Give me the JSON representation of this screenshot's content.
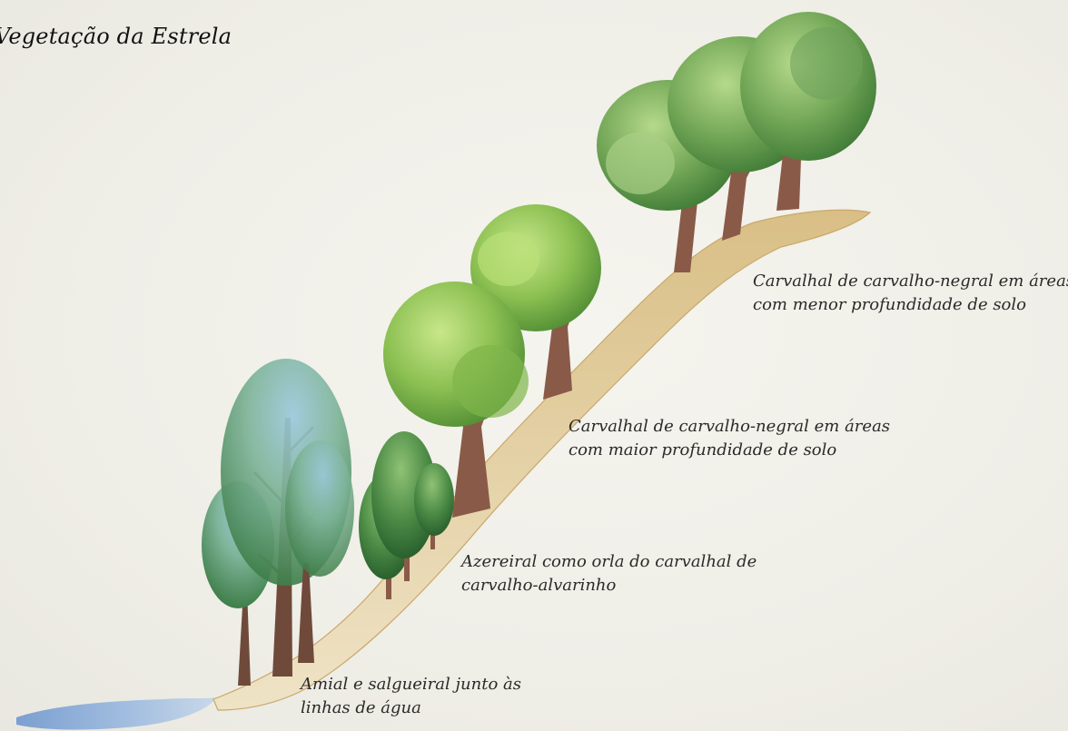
{
  "title": "Vegetação da Estrela",
  "labels": [
    {
      "line1": "Carvalhal de carvalho-negral em áreas",
      "line2": "com menor profundidade de solo"
    },
    {
      "line1": "Carvalhal de carvalho-negral em áreas",
      "line2": "com maior profundidade de solo"
    },
    {
      "line1": "Azereiral como orla do carvalhal de",
      "line2": "carvalho-alvarinho"
    },
    {
      "line1": "Amial e salgueiral junto às",
      "line2": "linhas de água"
    }
  ],
  "colors": {
    "background": "#f1f0e9",
    "soil": "#e2cfa3",
    "soil_edge": "#c9a86a",
    "water": "#8fb0d8",
    "trunk": "#8a5a48",
    "foliage_light": "#9fcf5a",
    "foliage_mid": "#5e9e3e",
    "foliage_dark": "#2f6b2c",
    "foliage_blue": "#7db3c9"
  },
  "icons": [
    "tree-illustration",
    "water-illustration",
    "hillside-illustration"
  ]
}
